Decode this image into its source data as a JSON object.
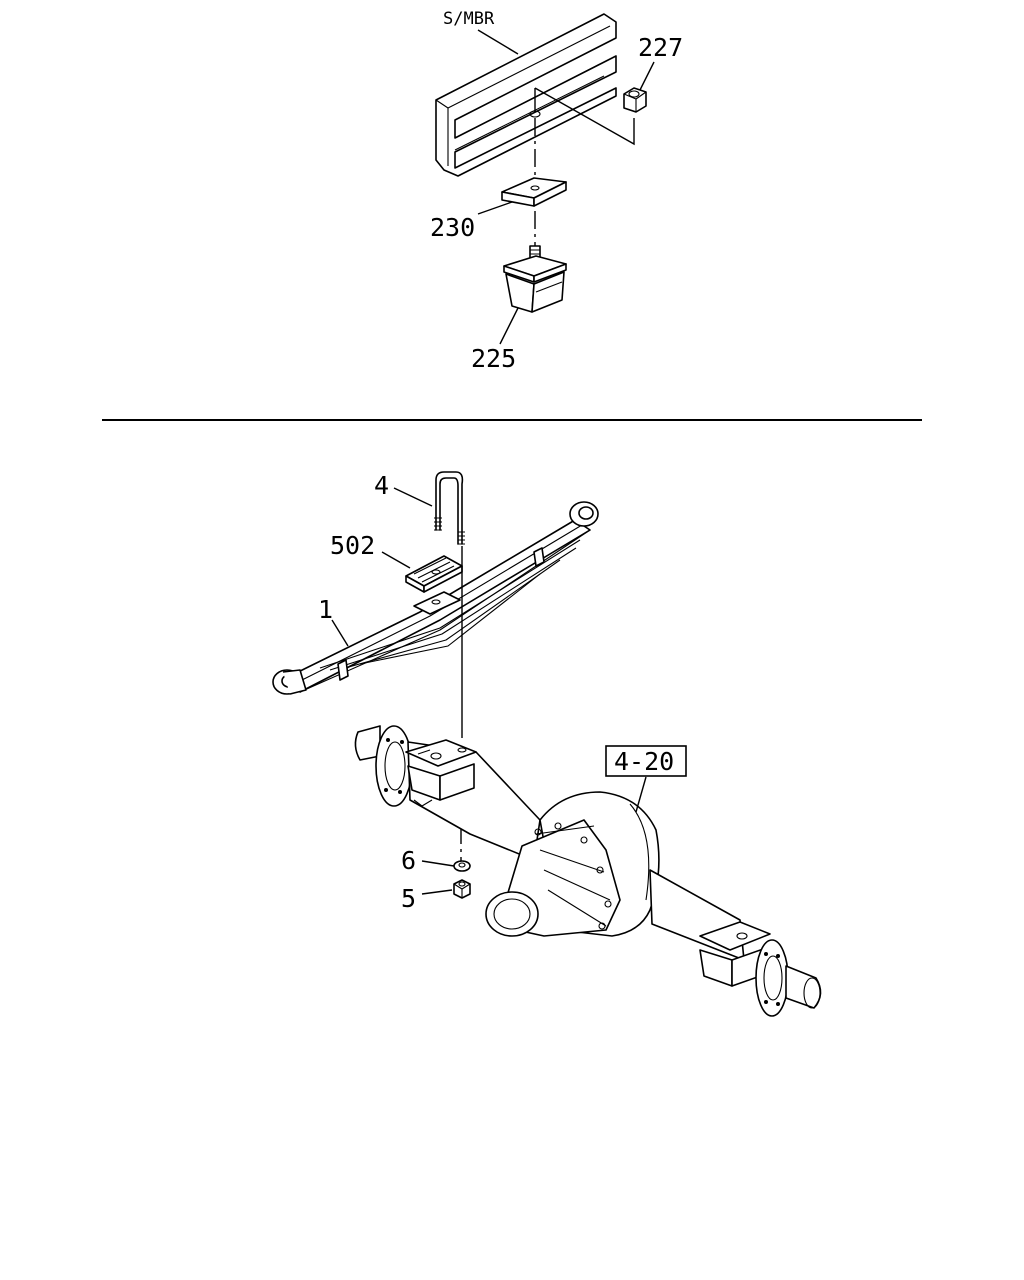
{
  "labels": {
    "side_member": "S/MBR",
    "nut_upper": "227",
    "spacer_plate": "230",
    "bump_stopper": "225",
    "u_bolt": "4",
    "spring_seat_plate": "502",
    "leaf_spring": "1",
    "axle_ref": "4-20",
    "washer": "6",
    "nut_lower": "5"
  }
}
